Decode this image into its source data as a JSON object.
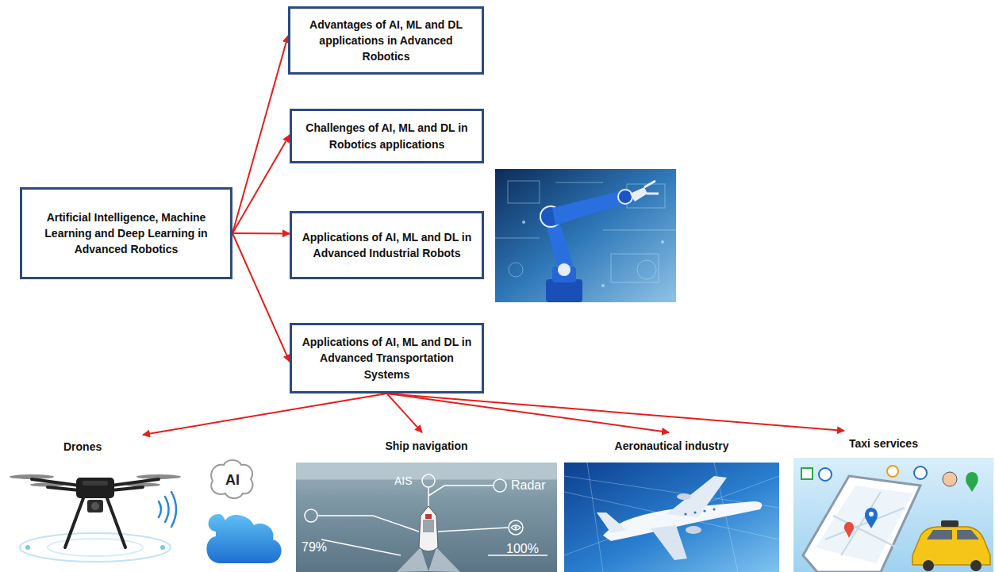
{
  "diagram": {
    "nodes": [
      {
        "text": [
          "Artificial Intelligence, Machine Learning and Deep Learning in Advanced Robotics"
        ]
      },
      {
        "text": [
          "Advantages of AI, ML and DL applications in Advanced Robotics"
        ]
      },
      {
        "text": [
          "Challenges of AI, ML and DL in Robotics applications"
        ]
      },
      {
        "text": [
          "Applications of AI, ML and DL in Advanced Industrial Robots"
        ]
      },
      {
        "text": [
          "Applications of AI, ML and DL in Advanced Transportation Systems"
        ]
      },
      {
        "text": [
          "Drones"
        ]
      },
      {
        "text": [
          "Ship navigation"
        ]
      },
      {
        "text": [
          "Aeronautical industry"
        ]
      },
      {
        "text": [
          "Taxi services"
        ]
      }
    ],
    "edges": [
      {
        "from": 0,
        "to": 1,
        "arrow": "to"
      },
      {
        "from": 0,
        "to": 2,
        "arrow": "to"
      },
      {
        "from": 0,
        "to": 3,
        "arrow": "to"
      },
      {
        "from": 0,
        "to": 4,
        "arrow": "to"
      },
      {
        "from": 4,
        "to": 5,
        "arrow": "to"
      },
      {
        "from": 4,
        "to": 6,
        "arrow": "to"
      },
      {
        "from": 4,
        "to": 7,
        "arrow": "to"
      },
      {
        "from": 4,
        "to": 8,
        "arrow": "to"
      }
    ],
    "labels": [
      "AI",
      "AIS",
      "Radar",
      "79%",
      "100%"
    ]
  }
}
